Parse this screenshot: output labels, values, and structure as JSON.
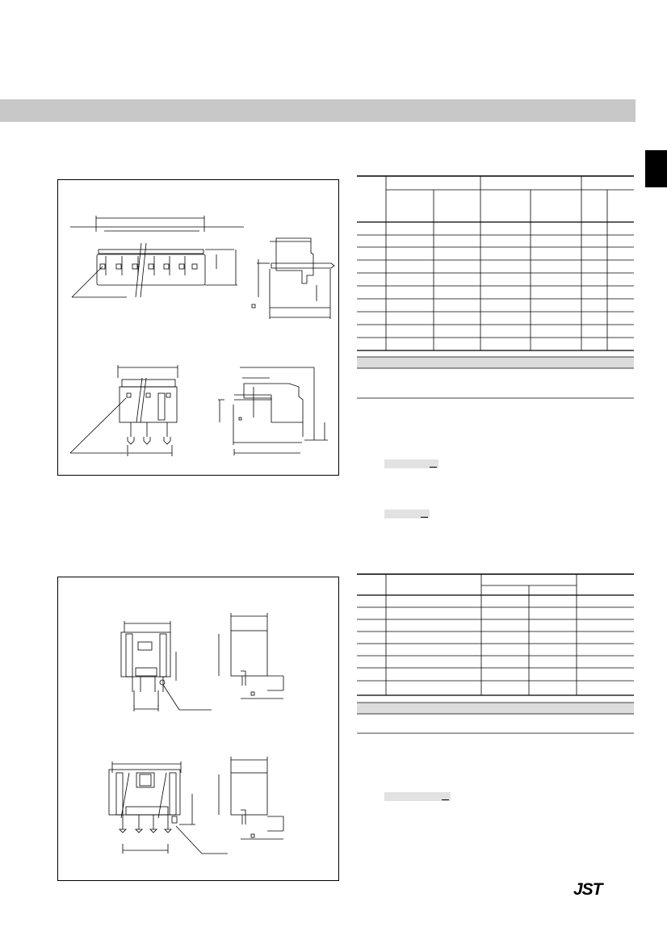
{
  "brand": {
    "logo_text": "JST"
  },
  "colors": {
    "header_band": "#c8c8c8",
    "side_tab": "#000000",
    "field_fill": "#e2e2e2",
    "logo": "#000000"
  },
  "sections": [
    {
      "name": "top-product-section",
      "table_rows": 10,
      "fields": 2
    },
    {
      "name": "bottom-product-section",
      "table_rows": 8,
      "fields": 1
    }
  ]
}
